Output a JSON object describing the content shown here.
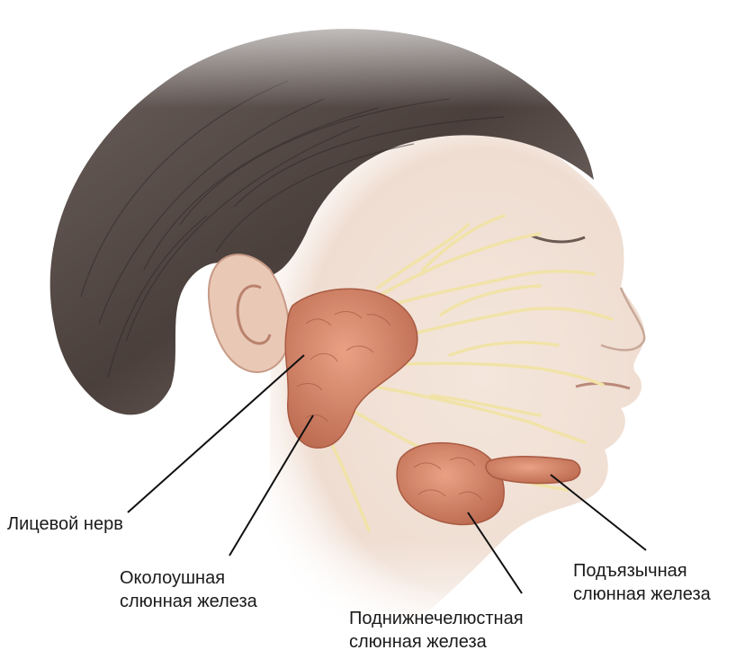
{
  "labels": {
    "facial_nerve": "Лицевой нерв",
    "parotid": [
      "Околоушная",
      "слюнная железа"
    ],
    "submandibular": [
      "Поднижнечелюстная",
      "слюнная железа"
    ],
    "sublingual": [
      "Подъязычная",
      "слюнная железа"
    ]
  },
  "colors": {
    "gland": "#d98a6e",
    "gland_dark": "#b5624a",
    "nerve": "#f1e3a8",
    "hair": "#4a3f3a",
    "skin": "#f2e2d6"
  }
}
